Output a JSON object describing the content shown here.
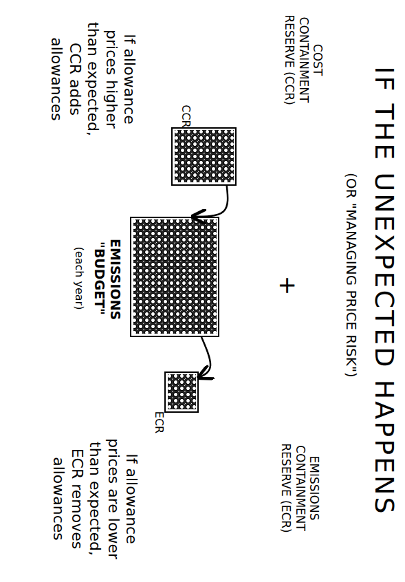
{
  "diagram": {
    "title": "IF THE UNEXPECTED HAPPENS",
    "nodes": [
      {
        "text": [
          "COST CONTAINMENT RESERVE (CCR)",
          "CCR"
        ]
      },
      {
        "text": [
          "EMISSIONS \"BUDGET\"",
          "(each year)"
        ]
      },
      {
        "text": [
          "ECR",
          "EMISSIONS CONTAINMENT RESERVE (ECR)"
        ]
      }
    ],
    "edges": [
      {
        "from": 0,
        "to": 1,
        "arrow": "to"
      },
      {
        "from": 1,
        "to": 2,
        "arrow": "to"
      }
    ],
    "labels": [
      "(OR \"MANAGING PRICE RISK\")",
      "+",
      "If allowance prices higher than expected, CCR adds allowances",
      "If allowance prices are lower than expected, ECR removes allowances"
    ]
  }
}
